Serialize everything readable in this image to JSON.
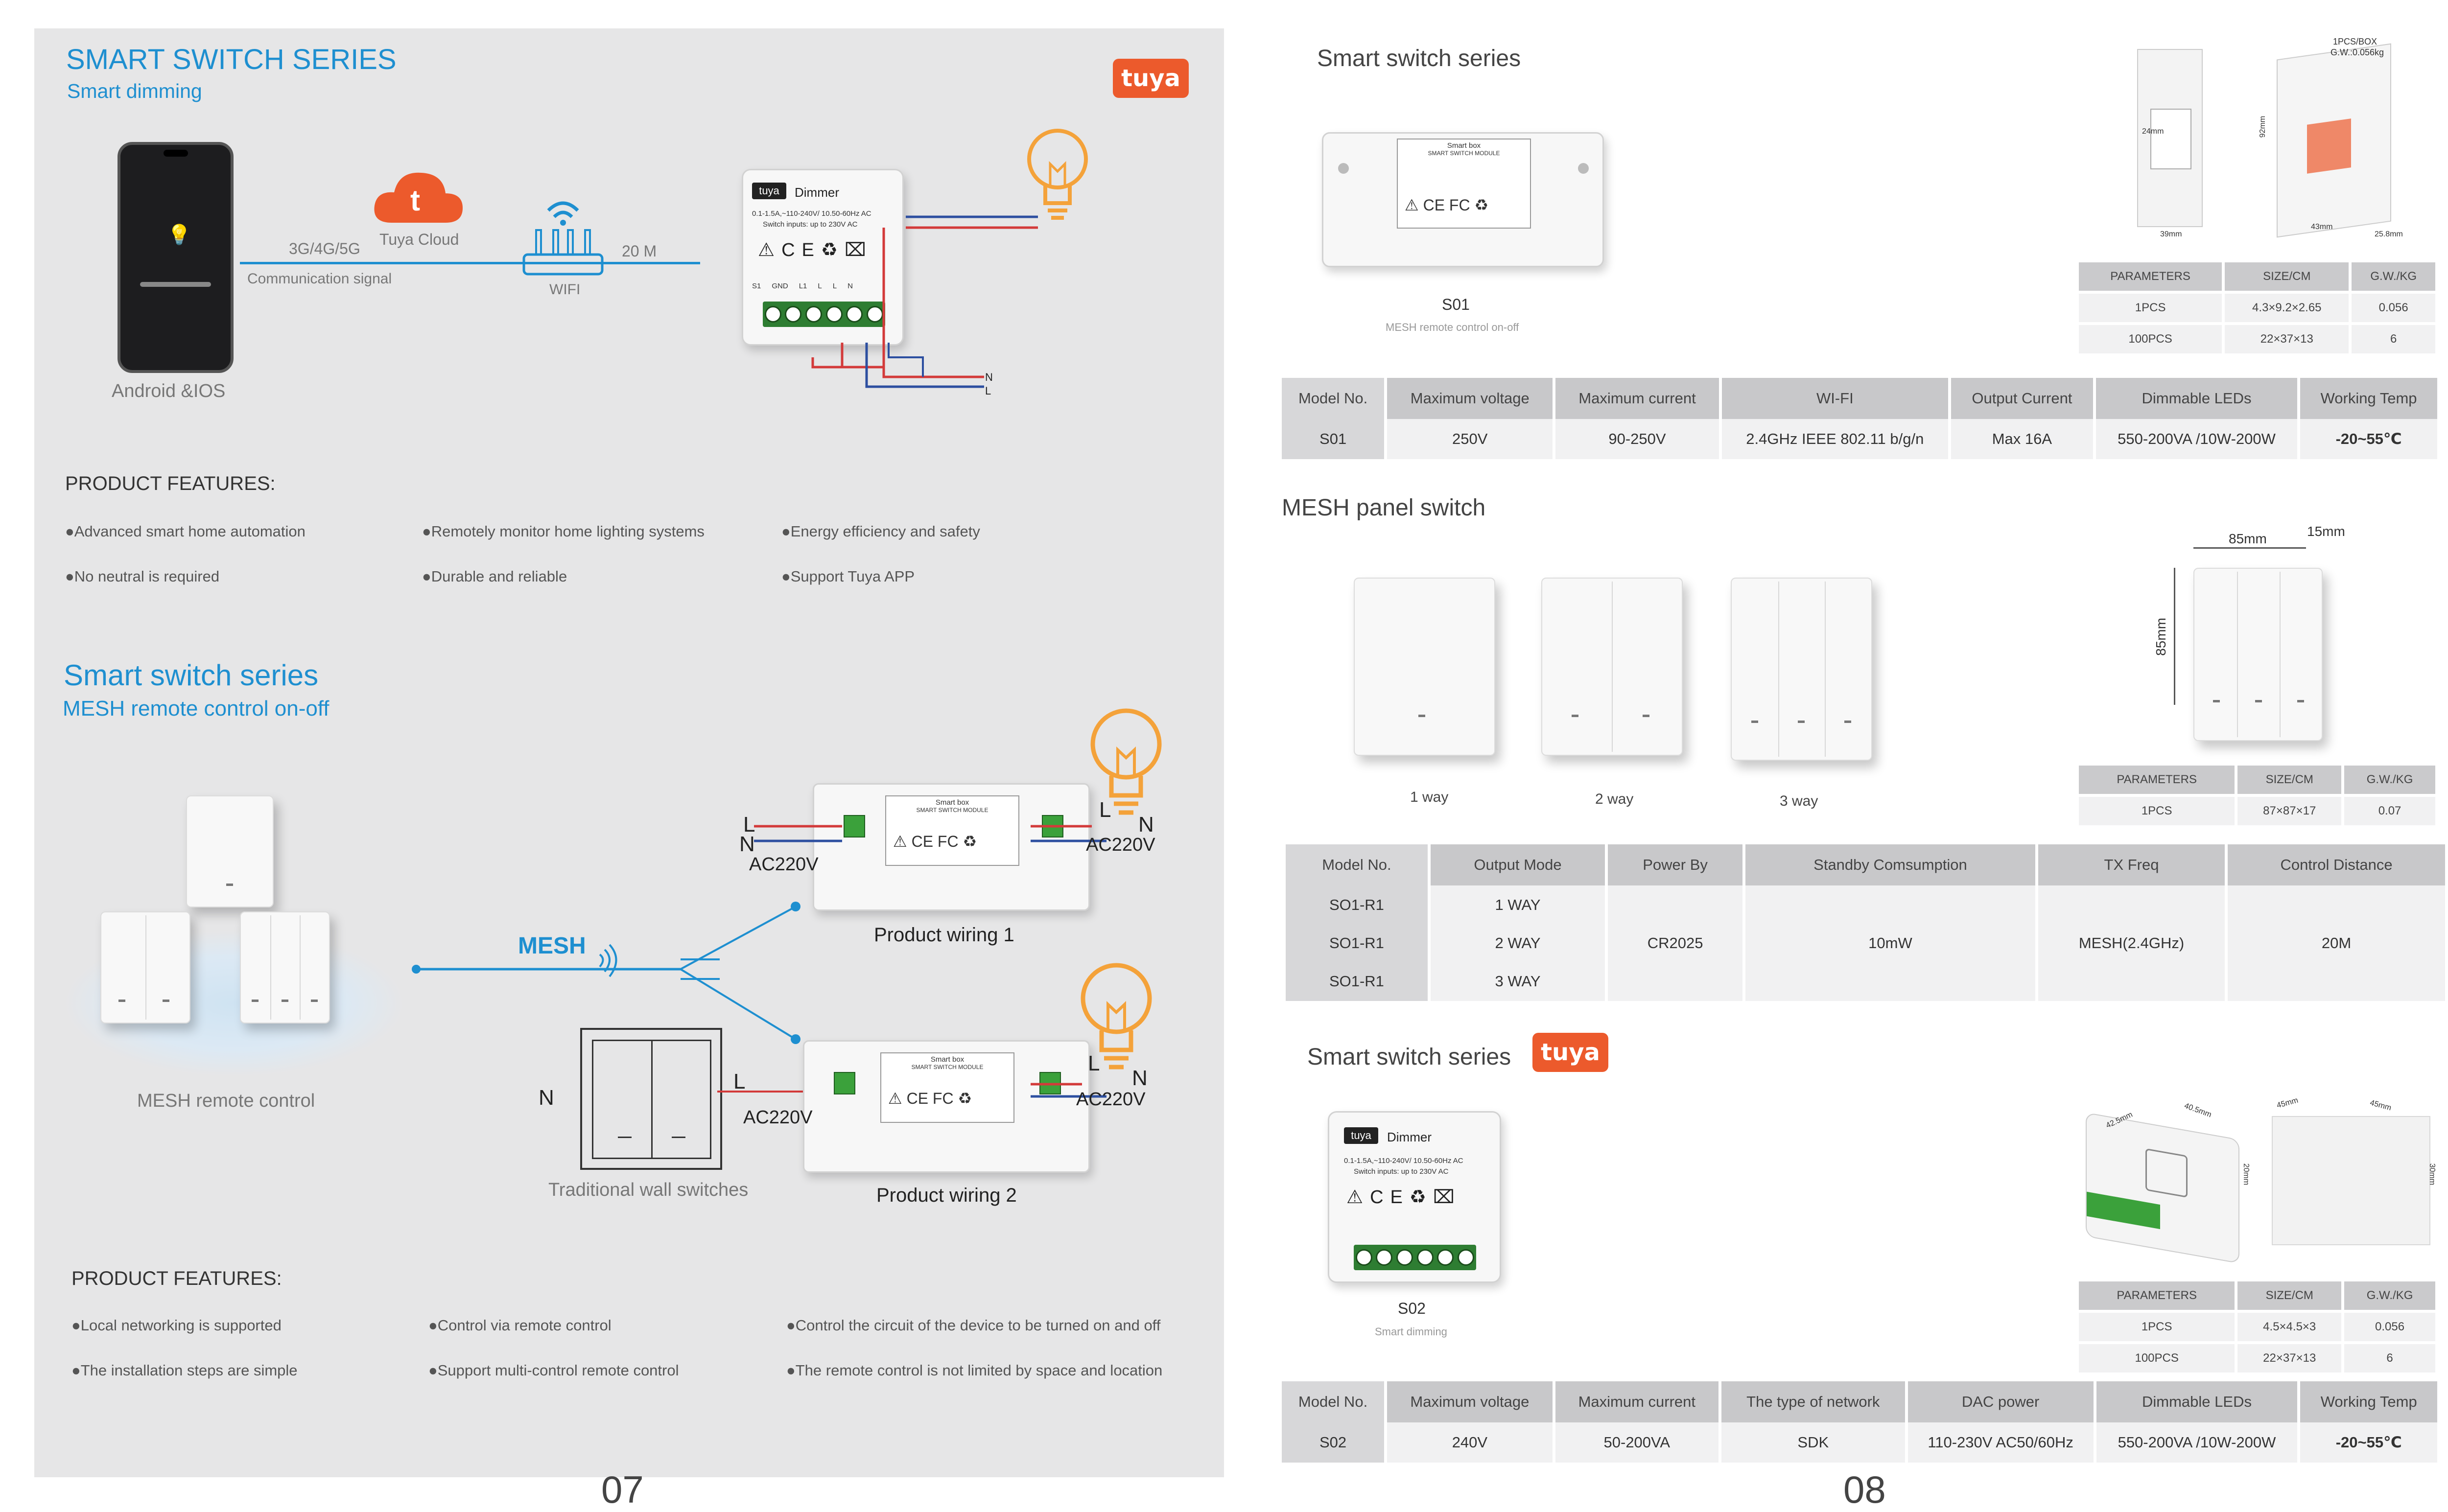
{
  "left": {
    "section1": {
      "title": "SMART SWITCH SERIES",
      "subtitle": "Smart dimming",
      "brand": "tuya",
      "phone_label": "Android &IOS",
      "cloud_label": "Tuya Cloud",
      "signal_type": "3G/4G/5G",
      "signal_caption": "Communication signal",
      "wifi_label": "WIFI",
      "distance_label": "20 M",
      "device_title": "Dimmer",
      "device_spec": "0.1-1.5A,~110-240V/ 10.50-60Hz AC",
      "device_spec2": "Switch inputs: up to 230V AC",
      "device_terminals": [
        "S1",
        "GND",
        "L1",
        "L",
        "L",
        "N"
      ],
      "wire_n": "N",
      "wire_l": "L"
    },
    "features1": {
      "heading": "PRODUCT FEATURES:",
      "items": [
        "●Advanced smart home automation",
        "●Remotely monitor home lighting systems",
        "●Energy efficiency and safety",
        "●No neutral is required",
        "●Durable and reliable",
        "●Support Tuya APP"
      ]
    },
    "section2": {
      "title": "Smart switch series",
      "subtitle": "MESH remote control on-off",
      "mesh_label": "MESH",
      "mesh_caption": "MESH remote control",
      "wall_caption": "Traditional wall switches",
      "wiring1_caption": "Product wiring 1",
      "wiring2_caption": "Product wiring 2",
      "ac_label": "AC220V",
      "l_label": "L",
      "n_label": "N",
      "smart_box": "Smart box",
      "smart_module": "SMART SWITCH MODULE"
    },
    "features2": {
      "heading": "PRODUCT FEATURES:",
      "items": [
        "●Local networking is supported",
        "●Control via remote control",
        "●Control the circuit of the device to be turned on and off",
        "●The installation steps are simple",
        "●Support multi-control remote control",
        "●The remote control is not limited by space and location"
      ]
    },
    "page_number": "07"
  },
  "right": {
    "s01": {
      "title": "Smart switch series",
      "model": "S01",
      "caption": "MESH remote control on-off",
      "box_note1": "1PCS/BOX",
      "box_note2": "G.W.:0.056kg",
      "dims": [
        "39mm",
        "92mm",
        "43mm",
        "25.8mm",
        "24mm"
      ],
      "pack_headers": [
        "PARAMETERS",
        "SIZE/CM",
        "G.W./KG"
      ],
      "pack_rows": [
        [
          "1PCS",
          "4.3×9.2×2.65",
          "0.056"
        ],
        [
          "100PCS",
          "22×37×13",
          "6"
        ]
      ],
      "spec_headers": [
        "Model No.",
        "Maximum voltage",
        "Maximum current",
        "WI-FI",
        "Output Current",
        "Dimmable LEDs",
        "Working Temp"
      ],
      "spec_row": [
        "S01",
        "250V",
        "90-250V",
        "2.4GHz IEEE 802.11 b/g/n",
        "Max 16A",
        "550-200VA /10W-200W",
        "-20~55℃"
      ]
    },
    "mesh": {
      "title": "MESH panel switch",
      "ways": [
        "1 way",
        "2 way",
        "3 way"
      ],
      "dim_width": "85mm",
      "dim_depth": "15mm",
      "dim_height": "85mm",
      "pack_headers": [
        "PARAMETERS",
        "SIZE/CM",
        "G.W./KG"
      ],
      "pack_rows": [
        [
          "1PCS",
          "87×87×17",
          "0.07"
        ]
      ],
      "spec_headers": [
        "Model No.",
        "Output Mode",
        "Power By",
        "Standby Comsumption",
        "TX Freq",
        "Control Distance"
      ],
      "models": [
        "SO1-R1",
        "SO1-R1",
        "SO1-R1"
      ],
      "modes": [
        "1 WAY",
        "2 WAY",
        "3 WAY"
      ],
      "power": "CR2025",
      "standby": "10mW",
      "tx": "MESH(2.4GHz)",
      "distance": "20M"
    },
    "s02": {
      "title": "Smart switch series",
      "brand": "tuya",
      "model": "S02",
      "caption": "Smart dimming",
      "device_title": "Dimmer",
      "dims": [
        "42.5mm",
        "40.5mm",
        "45mm",
        "45mm",
        "20mm",
        "30mm"
      ],
      "pack_headers": [
        "PARAMETERS",
        "SIZE/CM",
        "G.W./KG"
      ],
      "pack_rows": [
        [
          "1PCS",
          "4.5×4.5×3",
          "0.056"
        ],
        [
          "100PCS",
          "22×37×13",
          "6"
        ]
      ],
      "spec_headers": [
        "Model No.",
        "Maximum voltage",
        "Maximum current",
        "The type of network",
        "DAC power",
        "Dimmable LEDs",
        "Working Temp"
      ],
      "spec_row": [
        "S02",
        "240V",
        "50-200VA",
        "SDK",
        "110-230V AC50/60Hz",
        "550-200VA /10W-200W",
        "-20~55℃"
      ]
    },
    "page_number": "08"
  },
  "colors": {
    "accent_blue": "#1e8fd0",
    "tuya_orange": "#ec5a2c",
    "panel_gray": "#e6e6e7",
    "wire_red": "#d33a3a",
    "wire_blue": "#2d4fa0",
    "bulb_orange": "#f4a23a"
  }
}
